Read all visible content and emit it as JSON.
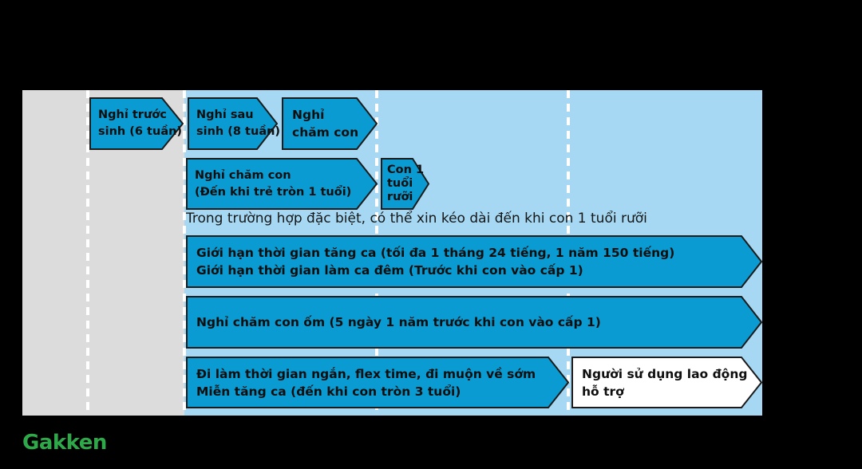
{
  "colors": {
    "canvas_bg": "#000000",
    "pre_birth_zone_bg": "#dcdcdc",
    "post_birth_zone_bg": "#a6d8f3",
    "arrow_fill_blue": "#0a9bd2",
    "arrow_fill_white": "#ffffff",
    "arrow_border": "#1b1b1b",
    "milestone_dash": "#ffffff",
    "logo_green": "#2fa84a",
    "text": "#0f0f0f"
  },
  "diagram": {
    "annotation": "Trong trường hợp đặc biệt, có thể xin kéo dài đến khi con 1 tuổi rưỡi",
    "arrows": {
      "pre_birth_leave": {
        "line1": "Nghỉ trước",
        "line2": "sinh (6 tuần)"
      },
      "post_birth_leave": {
        "line1": "Nghỉ sau",
        "line2": "sinh (8 tuần)"
      },
      "childcare_leave": {
        "line1": "Nghỉ",
        "line2": "chăm con"
      },
      "childcare_leave_1y": {
        "line1": "Nghỉ chăm con",
        "line2": "(Đến khi trẻ tròn 1 tuổi)"
      },
      "child_18_months": {
        "line1": "Con 1",
        "line2": "tuổi",
        "line3": "rưỡi"
      },
      "overtime_limit": {
        "line1": "Giới hạn thời gian tăng ca (tối đa 1 tháng 24 tiếng, 1 năm 150 tiếng)",
        "line2": "Giới hạn thời gian làm ca đêm (Trước khi con vào cấp 1)"
      },
      "sick_child_leave": {
        "line1": "Nghỉ chăm con ốm (5 ngày 1 năm trước khi con vào cấp 1)"
      },
      "short_work_hours": {
        "line1": "Đi làm thời gian ngắn, flex time, đi muộn về sớm",
        "line2": "Miễn tăng ca (đến khi con tròn 3 tuổi)"
      },
      "employer_support": {
        "line1": "Người sử dụng lao động",
        "line2": "hỗ trợ"
      }
    }
  },
  "footer": {
    "logo_text": "Gakken"
  }
}
